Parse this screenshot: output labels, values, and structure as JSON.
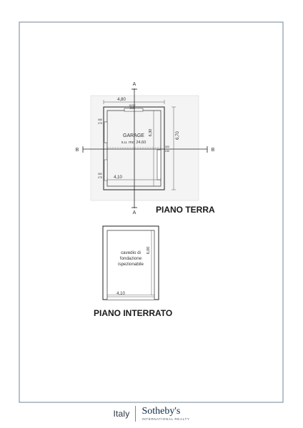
{
  "ground_floor": {
    "title": "PIANO TERRA",
    "room_name": "GARAGE",
    "room_area": "s.u. mc. 24,60",
    "dim_outer_width": "4,80",
    "dim_inner_width": "4,10",
    "dim_inner_height": "6,30",
    "dim_outer_height": "6,70",
    "dim_window_top": "30/32",
    "dim_window_top2": "30/5",
    "dim_left_top_a": "080",
    "dim_left_top_b": "275",
    "dim_left_bottom_a": "082",
    "dim_left_bottom_b": "275",
    "dim_right_a": "300",
    "dim_right_b": "230",
    "section_a": "A",
    "section_b": "B"
  },
  "basement": {
    "title": "PIANO INTERRATO",
    "room_text_line1": "cavedio di",
    "room_text_line2": "fondazione",
    "room_text_line3": "ispezionabile",
    "dim_width": "4,10",
    "dim_height": "6,00"
  },
  "footer": {
    "country": "Italy",
    "brand": "Sotheby's",
    "brand_sub": "INTERNATIONAL REALTY"
  }
}
